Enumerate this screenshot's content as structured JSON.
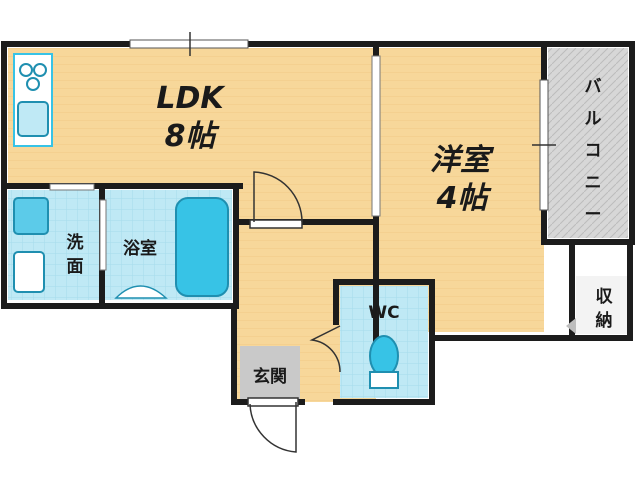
{
  "rooms": {
    "ldk": {
      "name": "LDK",
      "size": "8帖"
    },
    "western": {
      "name": "洋室",
      "size": "4帖"
    },
    "balcony": {
      "chars": [
        "バ",
        "ル",
        "コ",
        "ニ",
        "ー"
      ]
    },
    "storage": {
      "chars": [
        "収",
        "納"
      ]
    },
    "washroom": {
      "chars": [
        "洗",
        "面"
      ]
    },
    "bathroom": {
      "name": "浴室"
    },
    "toilet": {
      "name": "WC"
    },
    "entrance": {
      "name": "玄関"
    }
  },
  "colors": {
    "floor_wood": "#f7d79a",
    "wall": "#1c1c1c",
    "tile": "#bfe9f5",
    "balcony": "#d7d7d7",
    "entrance": "#c9c9c9",
    "fixture": "#37c3e6"
  },
  "icons": [
    "stove-icon",
    "kitchen-sink-icon",
    "washing-machine-icon",
    "vanity-sink-icon",
    "bathtub-icon",
    "toilet-icon"
  ]
}
